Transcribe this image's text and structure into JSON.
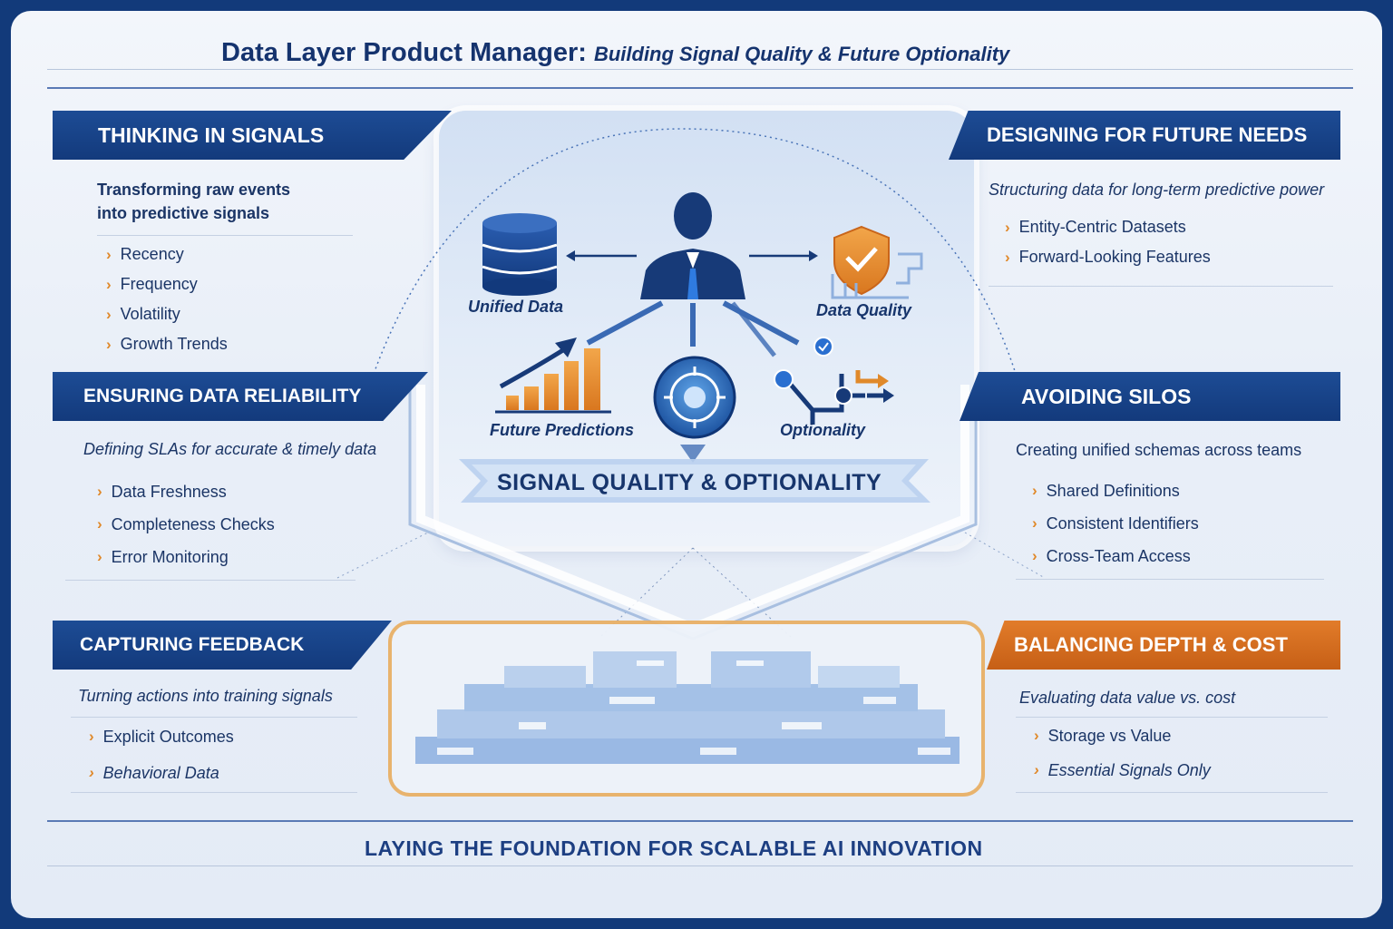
{
  "header": {
    "title": "Data Layer Product Manager:",
    "subtitle": "Building Signal Quality & Future Optionality"
  },
  "sections": {
    "thinking": {
      "title": "THINKING IN SIGNALS",
      "desc_line1": "Transforming raw events",
      "desc_line2": "into predictive signals",
      "items": [
        "Recency",
        "Frequency",
        "Volatility",
        "Growth Trends"
      ]
    },
    "reliability": {
      "title": "ENSURING DATA RELIABILITY",
      "desc": "Defining SLAs for accurate & timely data",
      "items": [
        "Data Freshness",
        "Completeness Checks",
        "Error Monitoring"
      ]
    },
    "feedback": {
      "title": "CAPTURING FEEDBACK",
      "desc": "Turning actions into training signals",
      "items": [
        "Explicit Outcomes",
        "Behavioral Data"
      ]
    },
    "future": {
      "title": "DESIGNING FOR FUTURE NEEDS",
      "desc": "Structuring data for long-term predictive power",
      "items": [
        "Entity-Centric Datasets",
        "Forward-Looking Features"
      ]
    },
    "silos": {
      "title": "AVOIDING SILOS",
      "desc": "Creating unified schemas across teams",
      "items": [
        "Shared Definitions",
        "Consistent Identifiers",
        "Cross-Team Access"
      ]
    },
    "cost": {
      "title": "BALANCING DEPTH & COST",
      "desc": "Evaluating data value vs. cost",
      "items": [
        "Storage vs Value",
        "Essential Signals Only"
      ]
    }
  },
  "center": {
    "labels": {
      "unified_data": "Unified Data",
      "data_quality": "Data Quality",
      "future_predictions": "Future Predictions",
      "optionality": "Optionality"
    },
    "ribbon": "SIGNAL QUALITY & OPTIONALITY"
  },
  "footer": "LAYING THE FOUNDATION FOR SCALABLE AI INNOVATION",
  "colors": {
    "navy": "#15336e",
    "banner_blue": "#1a4690",
    "accent_orange": "#e0892a",
    "background": "#123a7a"
  },
  "icons": [
    "database-icon",
    "person-icon",
    "shield-check-icon",
    "growth-chart-icon",
    "target-icon",
    "branching-icon"
  ]
}
